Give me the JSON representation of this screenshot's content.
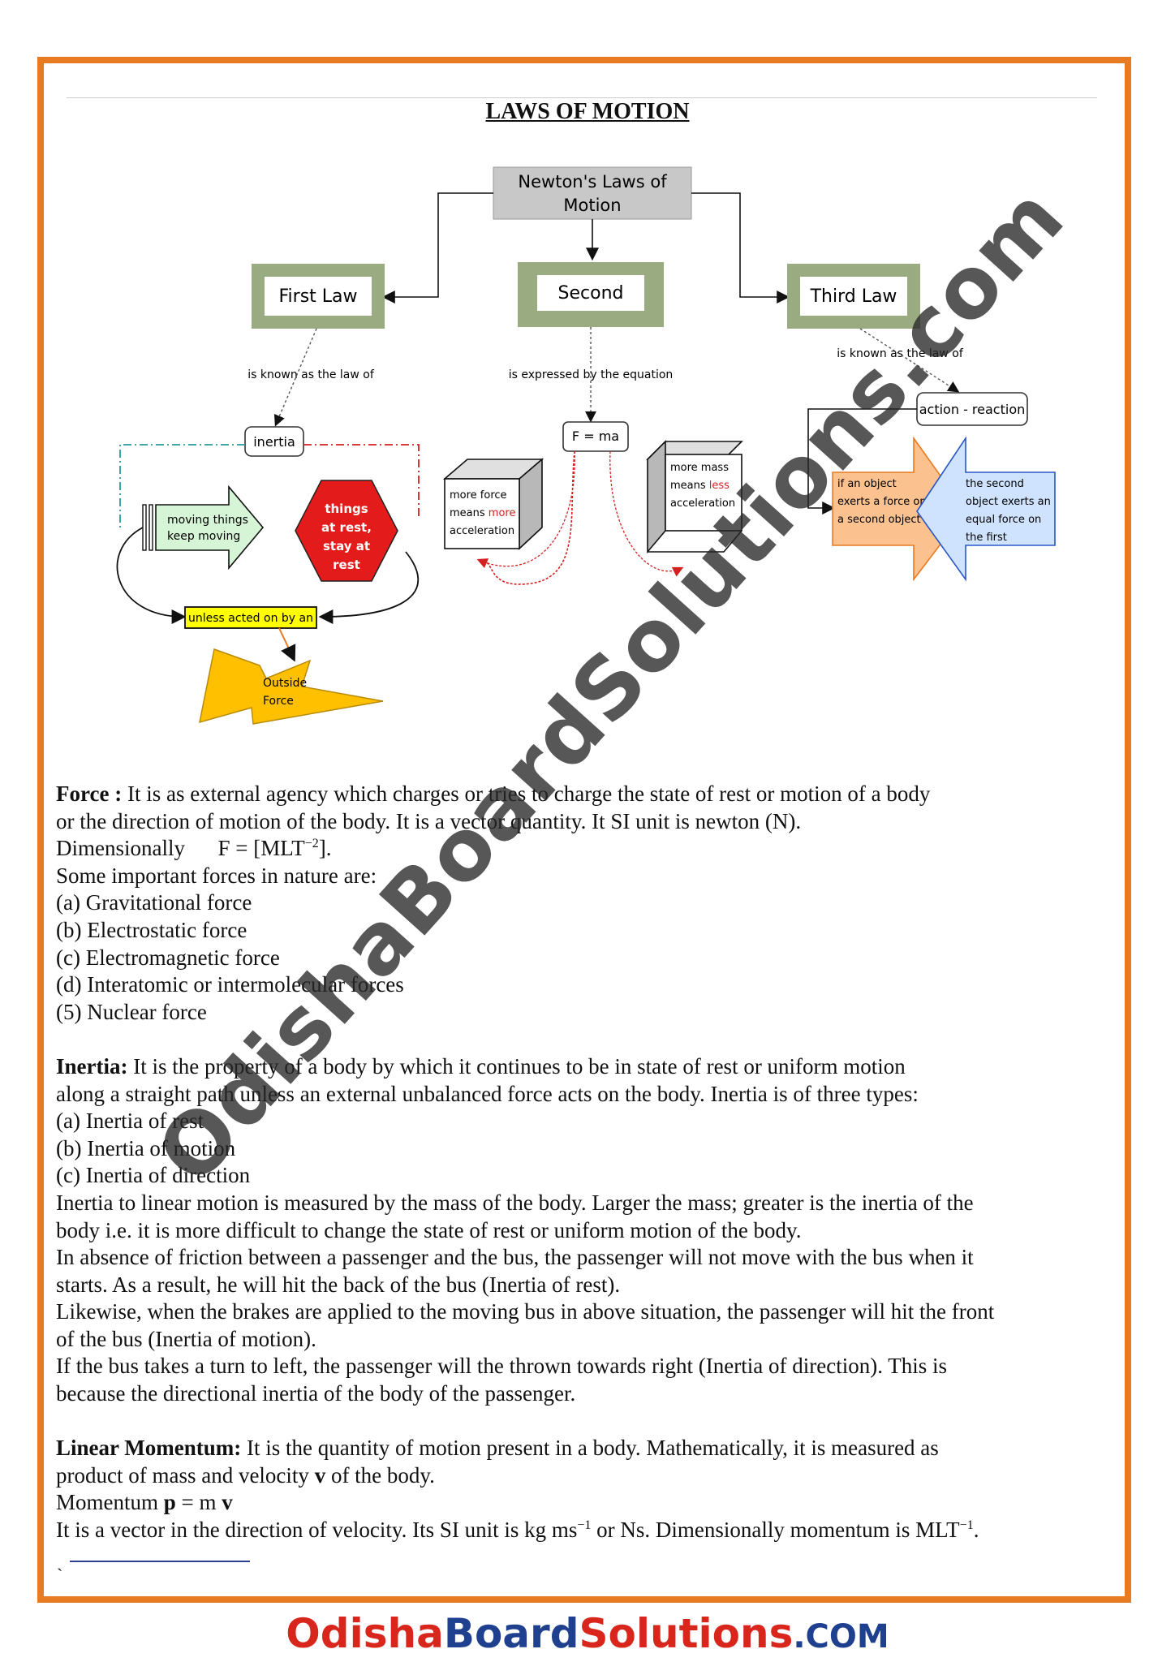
{
  "page": {
    "title": "LAWS OF MOTION"
  },
  "diagram": {
    "root": [
      "Newton's Laws of",
      "Motion"
    ],
    "first_law": "First Law",
    "second_law": "Second",
    "third_law": "Third Law",
    "first_caption": "is known as the law of",
    "second_caption": "is expressed by the equation",
    "third_caption": "is known as the law of",
    "inertia": "inertia",
    "equation": "F = ma",
    "action_reaction": "action - reaction",
    "moving": [
      "moving things",
      "keep moving"
    ],
    "rest": [
      "things",
      "at rest,",
      "stay at",
      "rest"
    ],
    "unless": "unless acted on by an",
    "outside_force": [
      "Outside",
      "Force"
    ],
    "more_force_prefix": "more force",
    "more_force_means": "means ",
    "more_word": "more",
    "acceleration": "acceleration",
    "more_mass": "more mass",
    "less_means": "means ",
    "less_word": "less",
    "if_object": [
      "if an object",
      "exerts a force on",
      "a second object"
    ],
    "second_object": [
      "the second",
      "object exerts an",
      "equal force on",
      "the first"
    ]
  },
  "content": {
    "force_term": "Force :",
    "force_def_1": " It is as external agency which charges or tries to charge the state of rest or motion of a body",
    "force_def_2": "or the direction of motion of the body. It is a vector quantity. It SI unit is newton (N).",
    "dimensionally_label": "Dimensionally",
    "force_dim": "F = [MLT",
    "force_dim_exp": "−2",
    "force_dim_end": "].",
    "forces_intro": "Some important forces in nature are:",
    "forces": [
      "(a) Gravitational force",
      "(b) Electrostatic force",
      "(c) Electromagnetic force",
      "(d) Interatomic or intermolecular forces",
      "(5) Nuclear force"
    ],
    "inertia_term": "Inertia:",
    "inertia_def_1": " It is the property of a body by which it continues to be in state of rest or uniform motion",
    "inertia_def_2": "along a straight path unless an external unbalanced force acts on the body. Inertia is of three types:",
    "inertia_types": [
      "(a) Inertia of rest",
      "(b) Inertia of motion",
      "(c) Inertia of direction"
    ],
    "inertia_paragraphs": [
      "Inertia to linear motion is measured by the mass of the body. Larger the mass; greater is the inertia of the",
      "body i.e. it is more difficult to change the state of rest or uniform motion of the body.",
      "In absence of friction between a passenger and the bus, the passenger will not move with the bus when it",
      "starts. As a result, he will hit the back of the bus (Inertia of rest).",
      "Likewise, when the brakes are applied to the moving bus in above situation, the passenger will hit the front",
      "of the bus (Inertia of motion).",
      "If the bus takes a turn to left, the passenger will the thrown towards right (Inertia of direction). This is",
      "because the directional inertia of the body of the passenger."
    ],
    "momentum_term": "Linear Momentum:",
    "momentum_def_1": " It is the quantity of motion present in a body. Mathematically, it is measured as",
    "momentum_def_2a": "product of mass and velocity ",
    "momentum_v": "v",
    "momentum_def_2b": " of the body.",
    "momentum_label": "Momentum ",
    "momentum_p": "p",
    "momentum_eq": " = m ",
    "momentum_v2": "v",
    "momentum_last_a": "It is a vector in the direction of velocity. Its SI unit is kg ms",
    "momentum_exp1": "−1",
    "momentum_last_b": " or Ns. Dimensionally momentum is MLT",
    "momentum_exp2": "−1",
    "momentum_last_c": ".",
    "tick": "`"
  },
  "watermark": "OdishaBoardSolutions.com",
  "footer": {
    "part1": "Odisha",
    "part2": "Board",
    "part3": "Solutions",
    "part4": ".COM"
  },
  "colors": {
    "border": "#e87a22",
    "law_box": "#9aab82",
    "hexagon": "#e31b1b",
    "yellow": "#ffff00",
    "bolt": "#ffc000",
    "moving_arrow": "#d6f5d6",
    "orange_arrow": "#fbc28f",
    "blue_arrow": "#cfe3ff"
  }
}
